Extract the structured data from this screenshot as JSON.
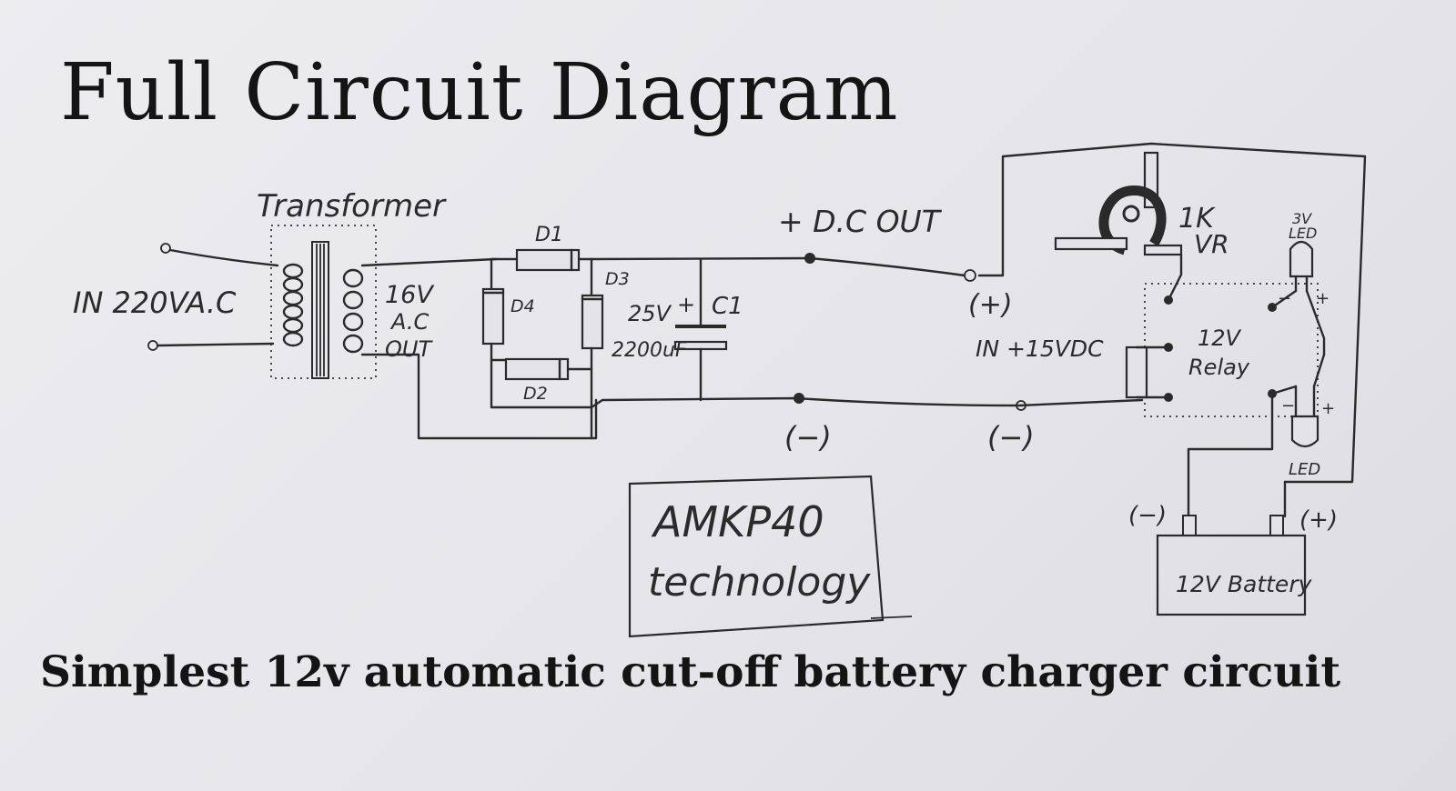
{
  "title": "Full Circuit Diagram",
  "subtitle": "Simplest 12v automatic cut-off battery charger circuit",
  "labels": {
    "transformer": "Transformer",
    "input": "IN 220VA.C",
    "secondary_line1": "16V",
    "secondary_line2": "A.C",
    "secondary_line3": "OUT",
    "d1": "D1",
    "d2": "D2",
    "d3": "D3",
    "d4": "D4",
    "cap_voltage": "25V",
    "cap_name": "C1",
    "cap_value": "2200uF",
    "dc_out": "+ D.C OUT",
    "plus_in": "(+)",
    "in_15vdc": "IN +15VDC",
    "minus_left": "(−)",
    "minus_right": "(−)",
    "vr": "1K",
    "vr2": "VR",
    "led_top_1": "3V",
    "led_top_2": "LED",
    "relay_1": "12V",
    "relay_2": "Relay",
    "led_bottom": "LED",
    "batt_minus": "(−)",
    "batt_plus": "(+)",
    "battery": "12V Battery",
    "plus_sign": "+",
    "minus_sign": "−",
    "brand_1": "AMKP40",
    "brand_2": "technology"
  }
}
